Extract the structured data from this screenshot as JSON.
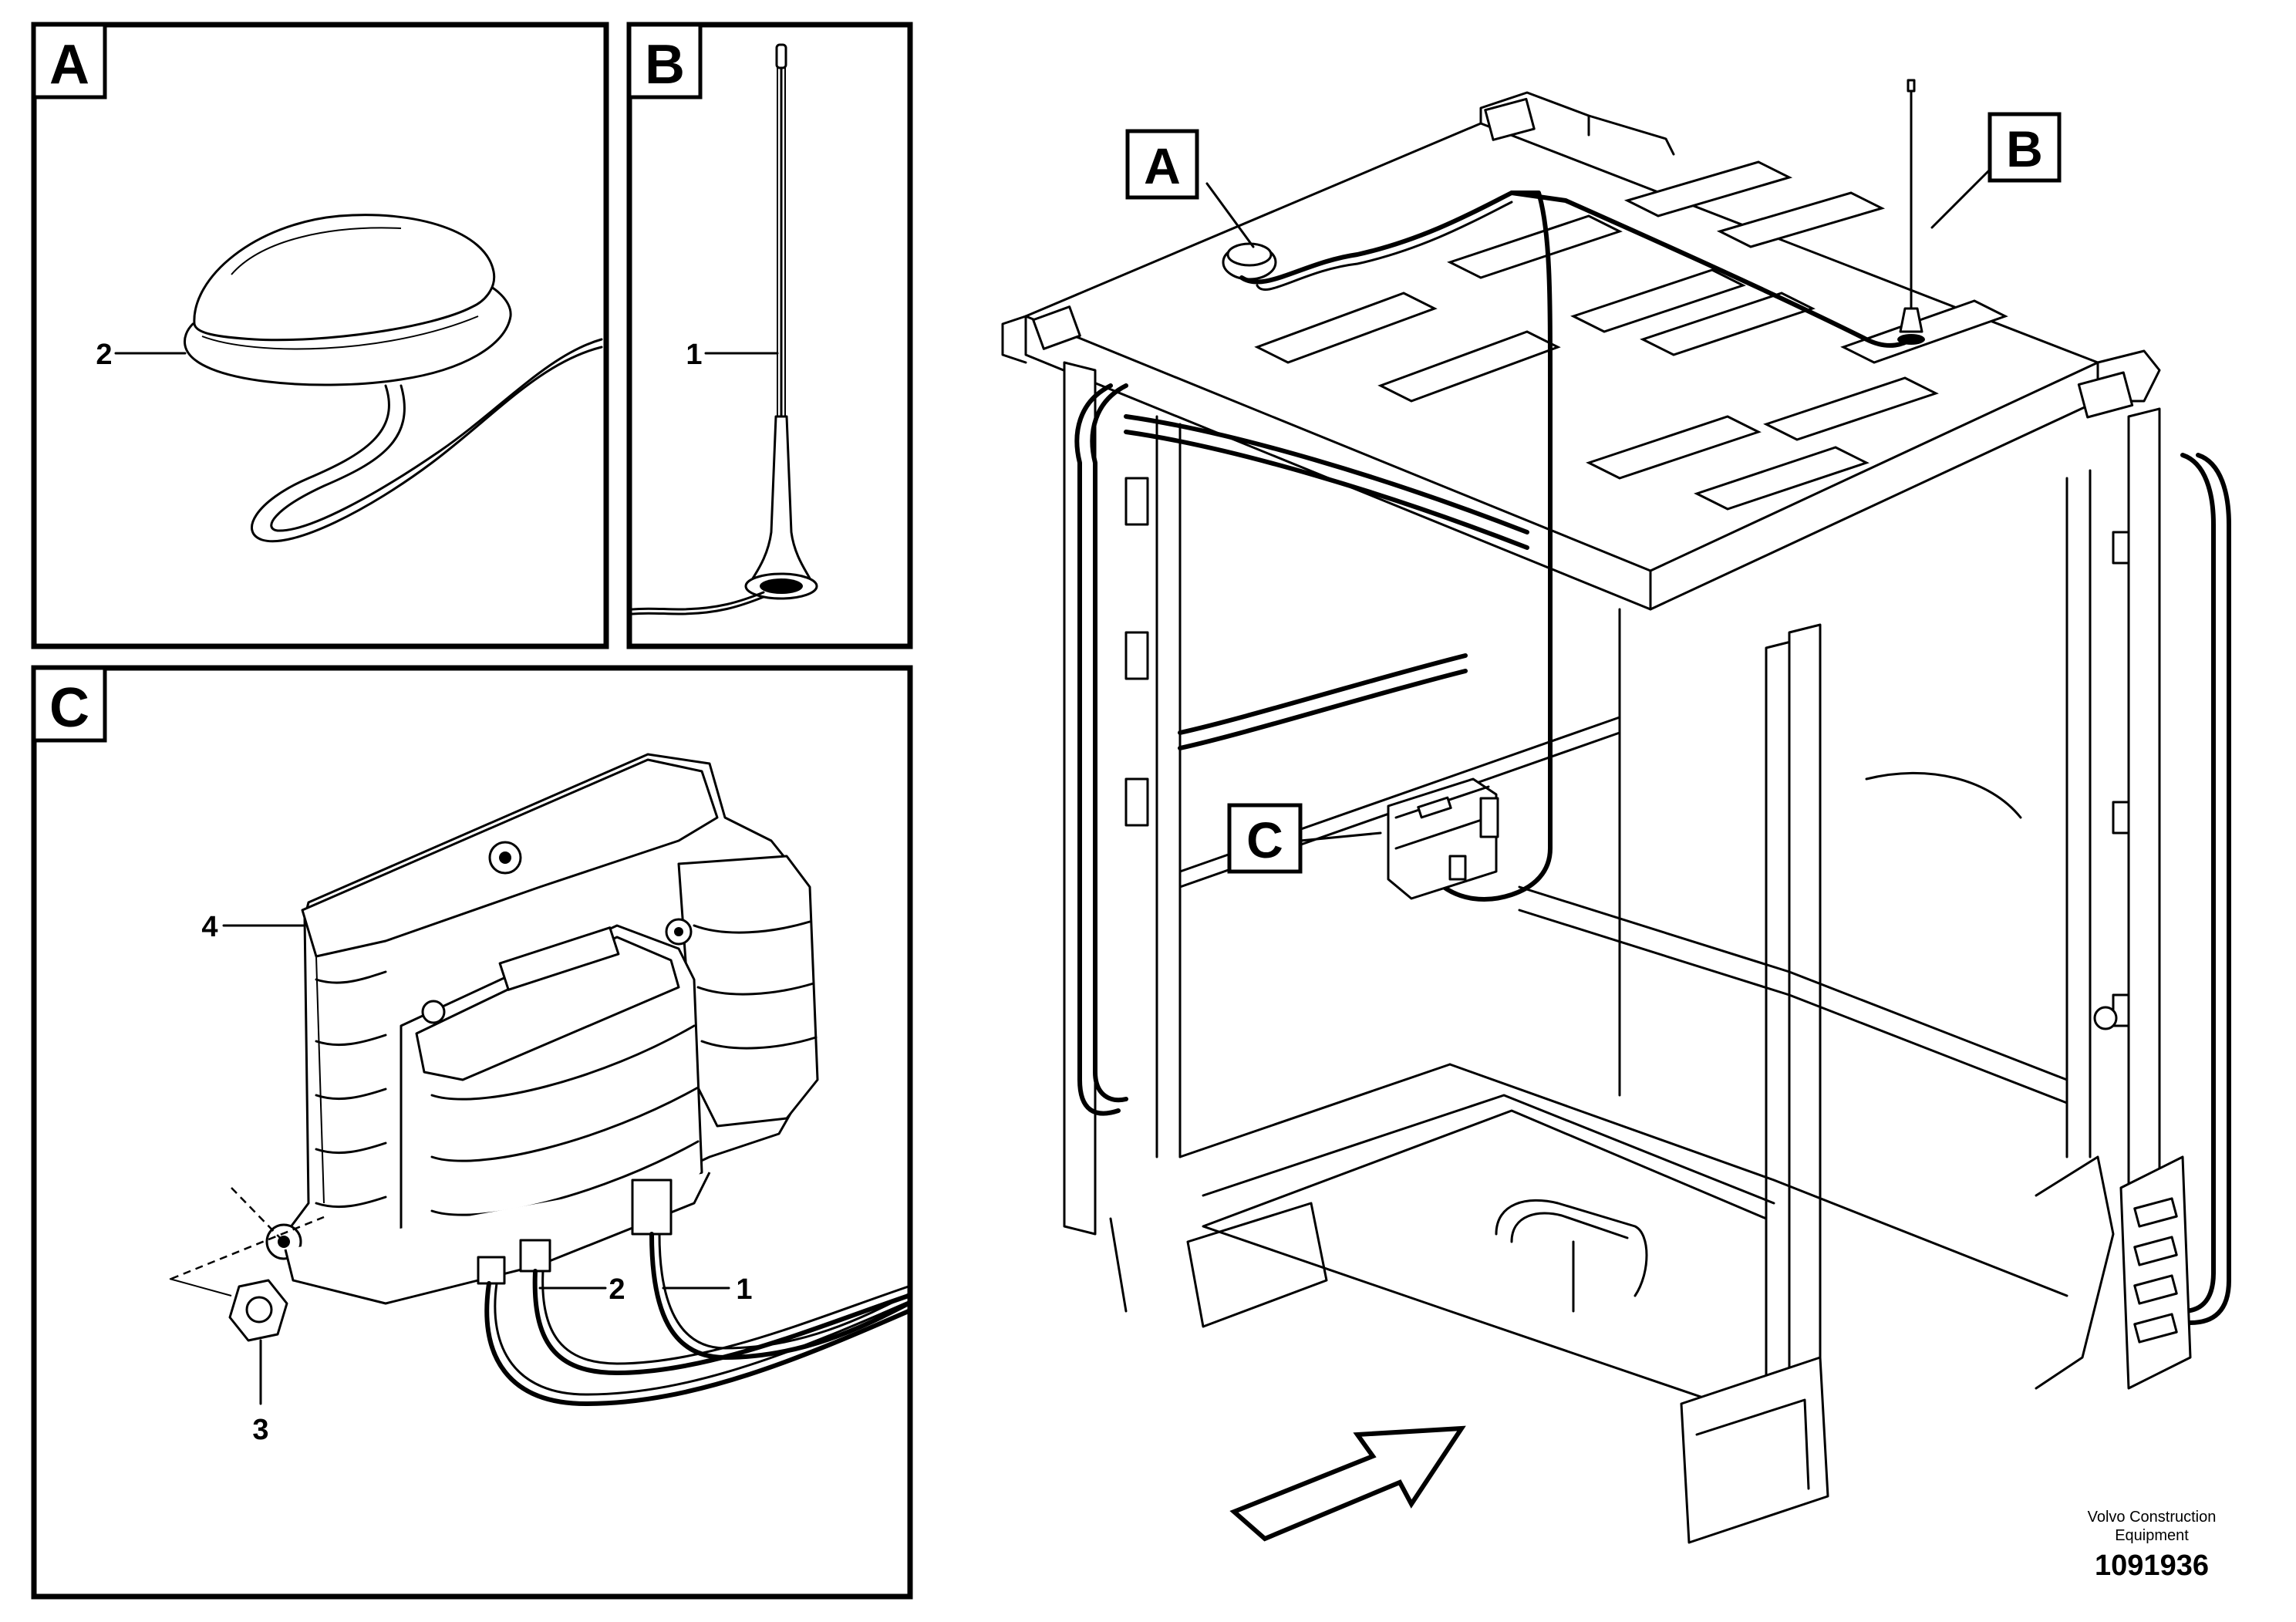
{
  "panels": [
    {
      "letter": "A",
      "callouts": [
        "2"
      ]
    },
    {
      "letter": "B",
      "callouts": [
        "1"
      ]
    },
    {
      "letter": "C",
      "callouts": [
        "4",
        "2",
        "1",
        "3"
      ]
    }
  ],
  "overview_labels": [
    "A",
    "B",
    "C"
  ],
  "footer": {
    "company_line1": "Volvo Construction",
    "company_line2": "Equipment",
    "drawing_number": "1091936"
  }
}
